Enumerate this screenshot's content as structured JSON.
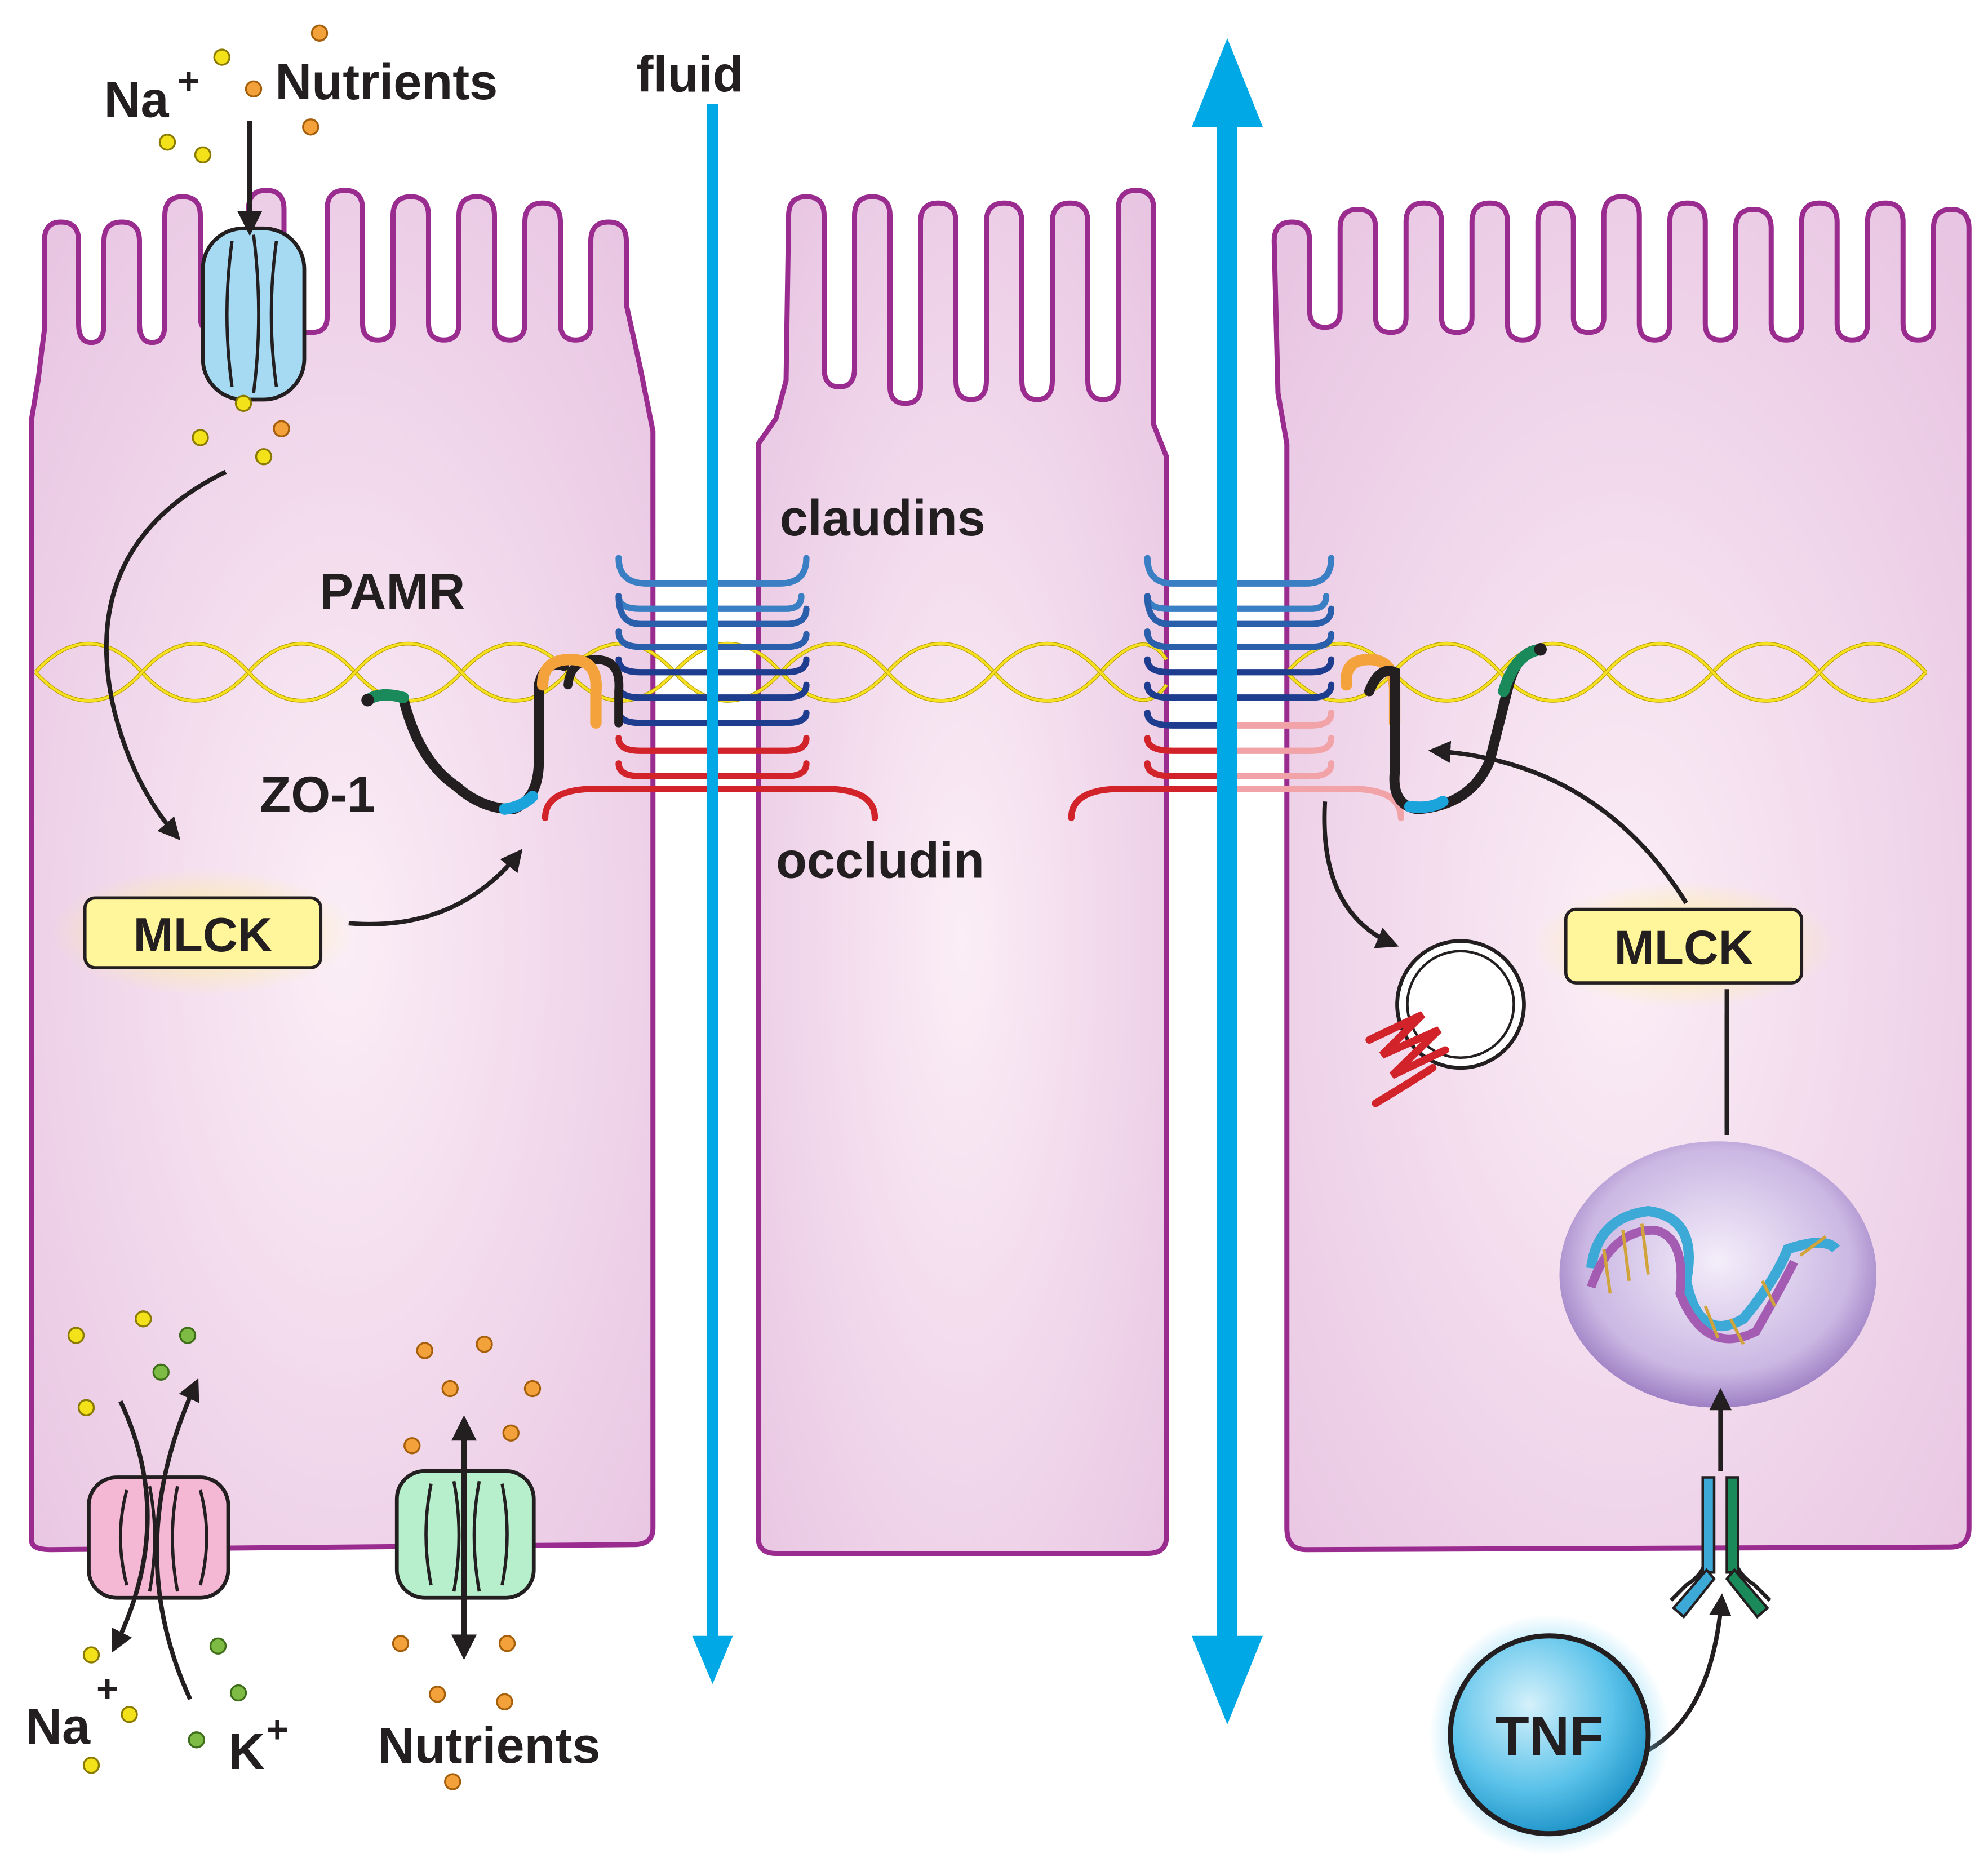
{
  "labels": {
    "na_top": "Na",
    "nutrients_top": "Nutrients",
    "fluid": "fluid",
    "claudins": "claudins",
    "pamr": "PAMR",
    "zo1": "ZO-1",
    "occludin": "occludin",
    "mlck_left": "MLCK",
    "mlck_right": "MLCK",
    "na_bottom": "Na",
    "k_bottom": "K",
    "nutrients_bottom": "Nutrients",
    "tnf": "TNF",
    "plus": "+"
  },
  "colors": {
    "cell_fill": "#ecc8e6",
    "cell_stroke": "#9a2b8f",
    "fluid_arrow": "#00a9e6",
    "actin": "#f5e11e",
    "claudin_light": "#3a7fc4",
    "claudin_dark": "#1f3d8f",
    "occludin": "#d3232a",
    "mlck_box": "#fff59a",
    "sodium": "#f3e21a",
    "nutrient": "#f3a13a",
    "potassium": "#7dbb45",
    "tnf": "#2aa4d8"
  },
  "icons": {
    "apical_transporter": "sglt1-transporter-icon",
    "na_k_pump": "na-k-atpase-icon",
    "basolateral_transporter": "nutrient-transporter-icon",
    "nucleus": "nucleus-dna-icon",
    "receptor": "tnf-receptor-icon",
    "vesicle": "endocytic-vesicle-icon"
  }
}
